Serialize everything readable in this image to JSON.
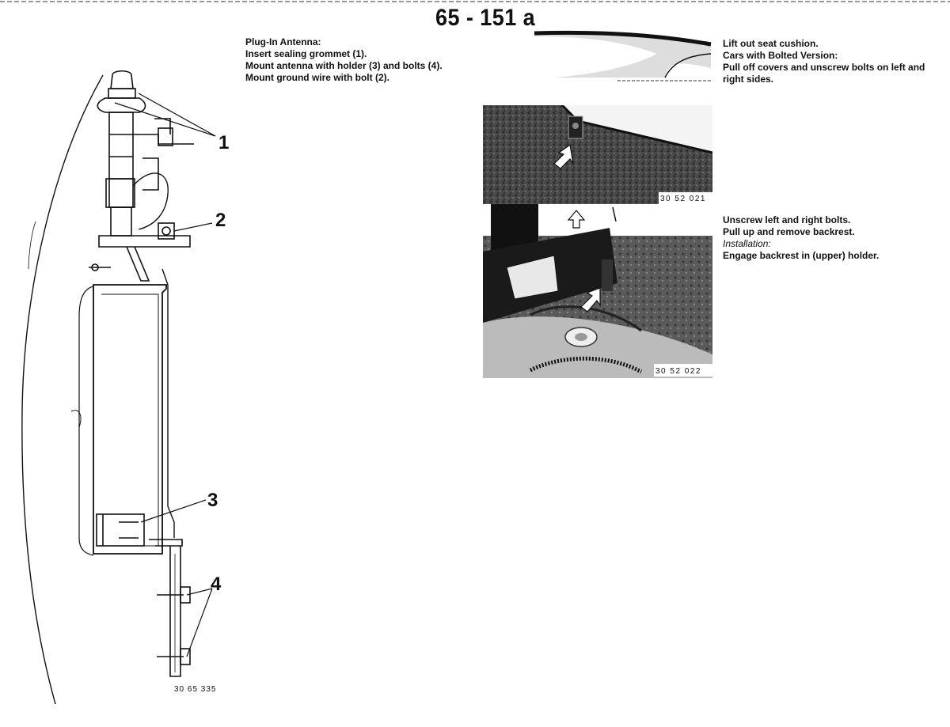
{
  "page_number": "65 - 151 a",
  "antenna_instructions": {
    "lines": [
      "Plug-In Antenna:",
      "Insert sealing grommet (1).",
      "Mount antenna with holder (3) and bolts (4).",
      "Mount ground wire with bolt (2)."
    ]
  },
  "seat_instructions": {
    "lines": [
      "Lift out seat cushion.",
      "Cars with Bolted Version:",
      "Pull off covers and unscrew bolts on left and",
      "right sides."
    ]
  },
  "backrest_instructions": {
    "lines": [
      "Unscrew left and right bolts.",
      "Pull up and remove backrest."
    ],
    "installation_heading": "Installation:",
    "installation_line": "Engage backrest in (upper) holder."
  },
  "diagram": {
    "callouts": [
      "1",
      "2",
      "3",
      "4"
    ],
    "figure_code": "30 65 335"
  },
  "photos": [
    {
      "figure_code": "30 52 021"
    },
    {
      "figure_code": "30 52 022"
    }
  ]
}
